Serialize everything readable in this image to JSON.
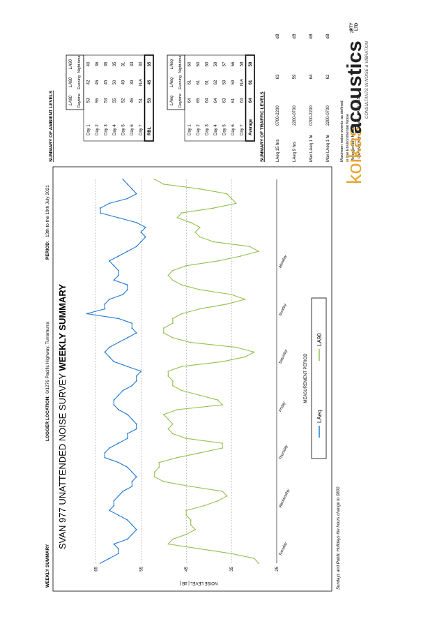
{
  "header": {
    "left_title": "WEEKLY SUMMARY",
    "location_label": "LOGGER LOCATION:",
    "location_value": "6/1276 Pacific Highway, Turramurra",
    "period_label": "PERIOD:",
    "period_value": "13th to the 19th July 2021"
  },
  "chart": {
    "title_a": "SVAN 977 UNATTENDED NOISE SURVEY ",
    "title_b": "WEEKLY SUMMARY",
    "ylabel": "NOISE LEVEL [ dB ]",
    "xlabel": "MEASUREMENT PERIOD",
    "footnote": "Sundays and Public Holidays the hours change to 0800",
    "colors": {
      "laeq": "#1f77d0",
      "la90": "#92c050"
    }
  },
  "chart_data": {
    "type": "line",
    "title": "SVAN 977 UNATTENDED NOISE SURVEY WEEKLY SUMMARY",
    "xlabel": "MEASUREMENT PERIOD",
    "ylabel": "NOISE LEVEL [ dB ]",
    "ylim": [
      25,
      70
    ],
    "yticks": [
      25,
      35,
      45,
      55,
      65
    ],
    "categories": [
      "Tuesday",
      "Wednesday",
      "Thursday",
      "Friday",
      "Saturday",
      "Sunday",
      "Monday"
    ],
    "x": [
      0.0,
      0.1,
      0.2,
      0.3,
      0.4,
      0.5,
      0.6,
      0.7,
      0.8,
      0.9,
      1.0,
      1.1,
      1.2,
      1.3,
      1.4,
      1.5,
      1.6,
      1.7,
      1.8,
      1.9,
      2.0,
      2.1,
      2.2,
      2.3,
      2.4,
      2.5,
      2.6,
      2.7,
      2.8,
      2.9,
      3.0,
      3.1,
      3.2,
      3.3,
      3.4,
      3.5,
      3.6,
      3.7,
      3.8,
      3.9,
      4.0,
      4.1,
      4.2,
      4.3,
      4.4,
      4.5,
      4.6,
      4.7,
      4.8,
      4.9,
      5.0,
      5.1,
      5.2,
      5.3,
      5.4,
      5.5,
      5.6,
      5.7,
      5.8,
      5.9,
      6.0,
      6.1,
      6.2,
      6.3,
      6.4,
      6.5,
      6.6,
      6.7,
      6.8,
      6.9,
      7.0,
      7.1,
      7.2,
      7.3,
      7.4,
      7.5,
      7.6,
      7.7,
      7.8,
      7.9,
      8.0
    ],
    "series": [
      {
        "name": "LAeq",
        "values": [
          64,
          62,
          60,
          60,
          61,
          58,
          57,
          56,
          57,
          58,
          60,
          62,
          61,
          61,
          60,
          59,
          57,
          57,
          56,
          57,
          58,
          60,
          63,
          63,
          62,
          60,
          58,
          58,
          56,
          56,
          57,
          58,
          60,
          61,
          61,
          60,
          59,
          57,
          56,
          56,
          55,
          58,
          61,
          62,
          63,
          62,
          60,
          58,
          56,
          57,
          57,
          60,
          67,
          63,
          63,
          62,
          59,
          58,
          58,
          61,
          60,
          60,
          61,
          62,
          60,
          58,
          56,
          55,
          54,
          55,
          54,
          56,
          60,
          64,
          64,
          62,
          58,
          56,
          57,
          58,
          59
        ]
      },
      {
        "name": "LA90",
        "values": [
          29,
          30,
          35,
          42,
          49,
          48,
          45,
          43,
          44,
          44,
          45,
          45,
          41,
          38,
          36,
          37,
          44,
          50,
          52,
          52,
          51,
          51,
          47,
          42,
          37,
          37,
          45,
          48,
          49,
          48,
          49,
          50,
          47,
          37,
          38,
          42,
          46,
          48,
          48,
          49,
          49,
          46,
          37,
          32,
          30,
          34,
          44,
          48,
          50,
          50,
          48,
          48,
          46,
          42,
          36,
          32,
          35,
          42,
          46,
          48,
          49,
          48,
          45,
          38,
          33,
          29,
          31,
          39,
          42,
          43,
          42,
          44,
          47,
          46,
          39,
          34,
          35,
          36,
          42,
          50,
          52
        ]
      }
    ],
    "legend": [
      "LAeq",
      "LA90"
    ],
    "legend_placement": "bottom",
    "grid": "dashed horizontal"
  },
  "ambient": {
    "title": "SUMMARY OF AMBIENT LEVELS",
    "group": "LA90",
    "col_headers": [
      "LA90",
      "LA90",
      "LA90"
    ],
    "periods": [
      "Daytime",
      "Evening",
      "Night-time"
    ],
    "rows": [
      [
        "Day 1",
        "53",
        "42",
        "40"
      ],
      [
        "Day 2",
        "55",
        "45",
        "36"
      ],
      [
        "Day 3",
        "53",
        "45",
        "36"
      ],
      [
        "Day 4",
        "55",
        "50",
        "35"
      ],
      [
        "Day 5",
        "52",
        "49",
        "31"
      ],
      [
        "Day 6",
        "46",
        "39",
        "33"
      ],
      [
        "Day 7",
        "51",
        "N/A",
        "30"
      ]
    ],
    "footer": [
      "RBL",
      "53",
      "45",
      "35"
    ]
  },
  "traffic_table": {
    "col_headers": [
      "LAeq",
      "LAeq",
      "LAeq"
    ],
    "periods": [
      "Daytime",
      "Evening",
      "Night-time"
    ],
    "rows": [
      [
        "Day 1",
        "64",
        "61",
        "60"
      ],
      [
        "Day 2",
        "65",
        "61",
        "60"
      ],
      [
        "Day 3",
        "64",
        "61",
        "60"
      ],
      [
        "Day 4",
        "64",
        "62",
        "59"
      ],
      [
        "Day 5",
        "63",
        "59",
        "57"
      ],
      [
        "Day 6",
        "61",
        "59",
        "56"
      ],
      [
        "Day 7",
        "63",
        "N/A",
        "58"
      ]
    ],
    "footer": [
      "Average",
      "64",
      "61",
      "59"
    ]
  },
  "traffic": {
    "title": "SUMMARY OF TRAFFIC LEVELS",
    "rows": [
      [
        "LAeq 15 hrs",
        "0700-2200",
        "63",
        "dB"
      ],
      [
        "LAeq 9 hrs",
        "2200-0700",
        "59",
        "dB"
      ],
      [
        "Max LAeq 1 hr",
        "0700-2200",
        "64",
        "dB"
      ],
      [
        "Max LAeq 1 hr",
        "2200-0700",
        "62",
        "dB"
      ]
    ],
    "notes": [
      "Maximum noise events as defined",
      "in the Environmental Noise",
      "Management Manual",
      "7 day average - [LAmax - LAeq ≥ 15]"
    ],
    "notes_value": "28"
  },
  "logo": {
    "koikas": "koikas",
    "acoustics": "acoustics",
    "pty": "PTY",
    "ltd": "LTD",
    "tagline": "CONSULTANTS IN NOISE & VIBRATION"
  }
}
